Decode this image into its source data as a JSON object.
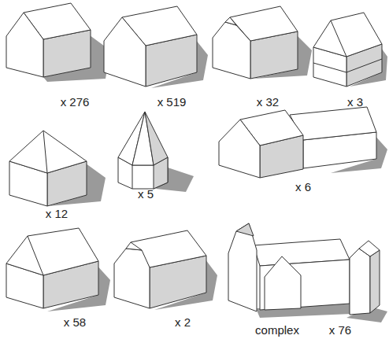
{
  "diagram": {
    "labels": [
      "x 276",
      "x 519",
      "x 32",
      "x 3",
      "x 12",
      "x 5",
      "x 6",
      "x 58",
      "x 2",
      "complex",
      "x 76"
    ]
  }
}
